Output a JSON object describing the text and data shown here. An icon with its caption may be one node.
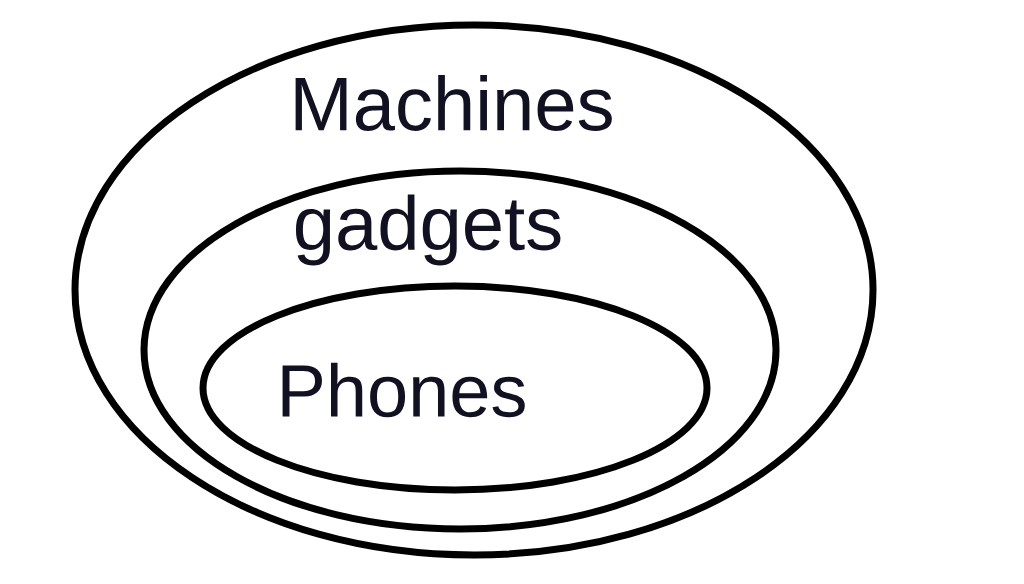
{
  "diagram": {
    "nodes": [
      {
        "text": [
          "Machines"
        ]
      },
      {
        "text": [
          "gadgets"
        ],
        "in": 0
      },
      {
        "text": [
          "Phones"
        ],
        "in": 1
      }
    ]
  }
}
